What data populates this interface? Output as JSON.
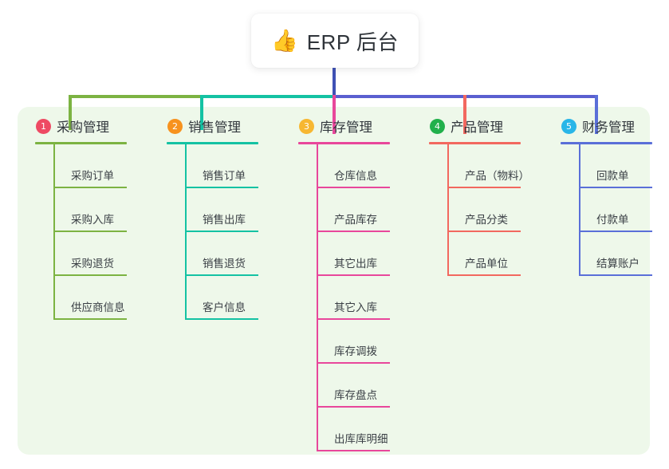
{
  "title_card": {
    "icon": "thumbs-up-emoji",
    "icon_glyph": "👍",
    "text": "ERP 后台"
  },
  "panel": {
    "background_color": "#eef8ea"
  },
  "connectors": {
    "stem_color": "#3f51b5",
    "bus_left_color": "#7cb342",
    "bus_mid_color": "#14c2a3",
    "bus_right_color": "#5a5fd0",
    "drop_colors": [
      "#7cb342",
      "#14c2a3",
      "#e8479b",
      "#f2685f",
      "#5a6fd8"
    ]
  },
  "columns": [
    {
      "number": "1",
      "title": "采购管理",
      "badge_color": "#ee4a63",
      "line_color": "#7cb342",
      "items": [
        {
          "label": "采购订单"
        },
        {
          "label": "采购入库"
        },
        {
          "label": "采购退货"
        },
        {
          "label": "供应商信息"
        }
      ]
    },
    {
      "number": "2",
      "title": "销售管理",
      "badge_color": "#f7921e",
      "line_color": "#14c2a3",
      "items": [
        {
          "label": "销售订单"
        },
        {
          "label": "销售出库"
        },
        {
          "label": "销售退货"
        },
        {
          "label": "客户信息"
        }
      ]
    },
    {
      "number": "3",
      "title": "库存管理",
      "badge_color": "#f7b731",
      "line_color": "#e8479b",
      "items": [
        {
          "label": "仓库信息"
        },
        {
          "label": "产品库存"
        },
        {
          "label": "其它出库"
        },
        {
          "label": "其它入库"
        },
        {
          "label": "库存调拨"
        },
        {
          "label": "库存盘点"
        },
        {
          "label": "出库库明细"
        }
      ]
    },
    {
      "number": "4",
      "title": "产品管理",
      "badge_color": "#21b04b",
      "line_color": "#f2685f",
      "items": [
        {
          "label": "产品（物料）"
        },
        {
          "label": "产品分类"
        },
        {
          "label": "产品单位"
        }
      ]
    },
    {
      "number": "5",
      "title": "财务管理",
      "badge_color": "#29b6e8",
      "line_color": "#5a6fd8",
      "items": [
        {
          "label": "回款单"
        },
        {
          "label": "付款单"
        },
        {
          "label": "结算账户"
        }
      ]
    }
  ]
}
